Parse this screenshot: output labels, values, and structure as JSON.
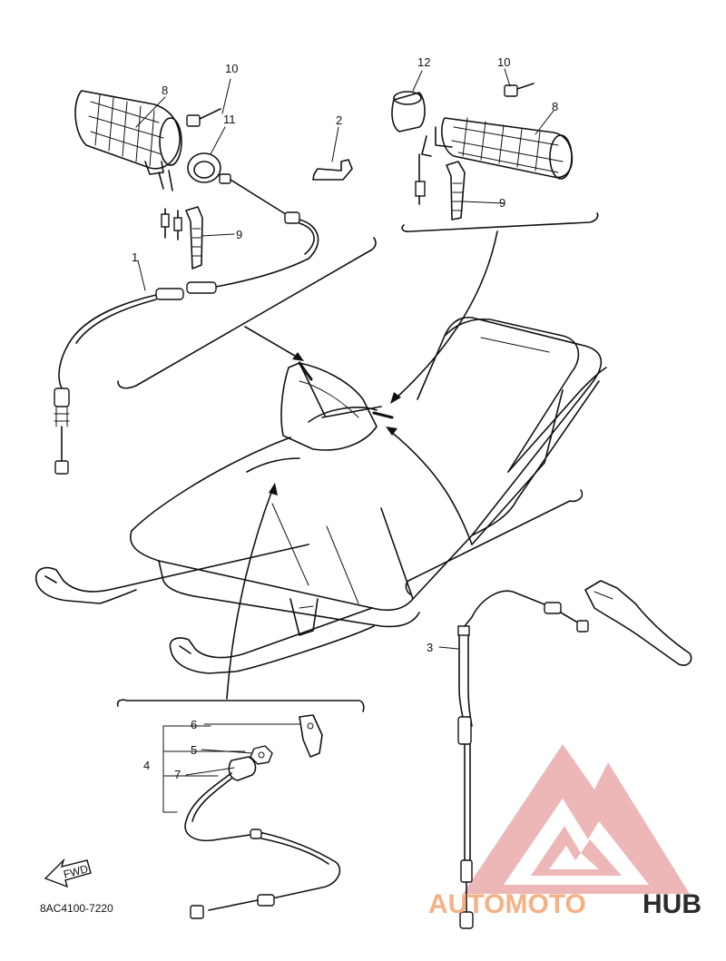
{
  "diagram": {
    "part_code": "8AC4100-7220",
    "fwd_label": "FWD",
    "callouts": {
      "c1": "1",
      "c2": "2",
      "c3": "3",
      "c4": "4",
      "c5": "5",
      "c6": "6",
      "c7": "7",
      "c8_left": "8",
      "c8_right": "8",
      "c9_left": "9",
      "c9_right": "9",
      "c10_left": "10",
      "c10_right": "10",
      "c11": "11",
      "c12": "12"
    }
  },
  "watermark": {
    "text_a": "AUTOMOTO",
    "text_b": "HUB",
    "color_primary": "#f4b183",
    "color_secondary": "#2b2b2b",
    "logo_color": "#e8a0a0"
  }
}
